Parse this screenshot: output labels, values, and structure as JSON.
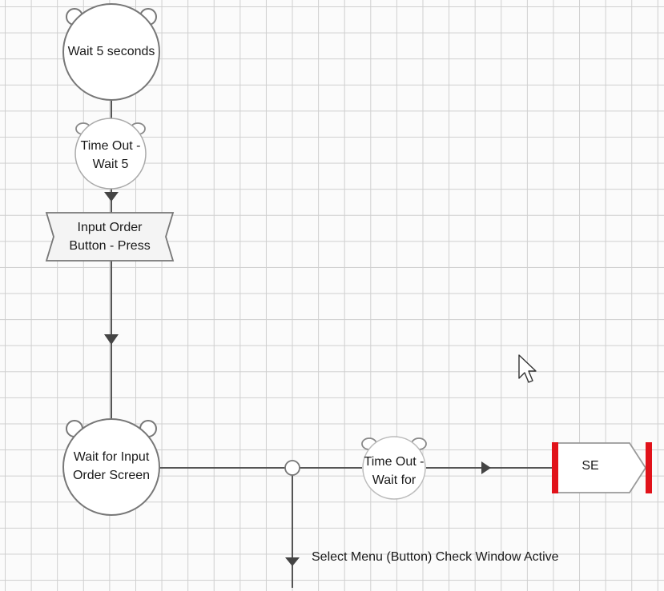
{
  "diagram": {
    "nodes": {
      "wait5": {
        "label": "Wait 5 seconds"
      },
      "timeout5": {
        "label_line1": "Time Out -",
        "label_line2": "Wait 5"
      },
      "input_order": {
        "label_line1": "Input Order",
        "label_line2": "Button - Press"
      },
      "wait_input": {
        "label_line1": "Wait for Input",
        "label_line2": "Order Screen"
      },
      "timeout_for": {
        "label_line1": "Time Out -",
        "label_line2": "Wait for"
      },
      "se": {
        "label": "SE"
      },
      "select_menu": {
        "label": "Select Menu (Button) Check Window Active"
      }
    }
  }
}
